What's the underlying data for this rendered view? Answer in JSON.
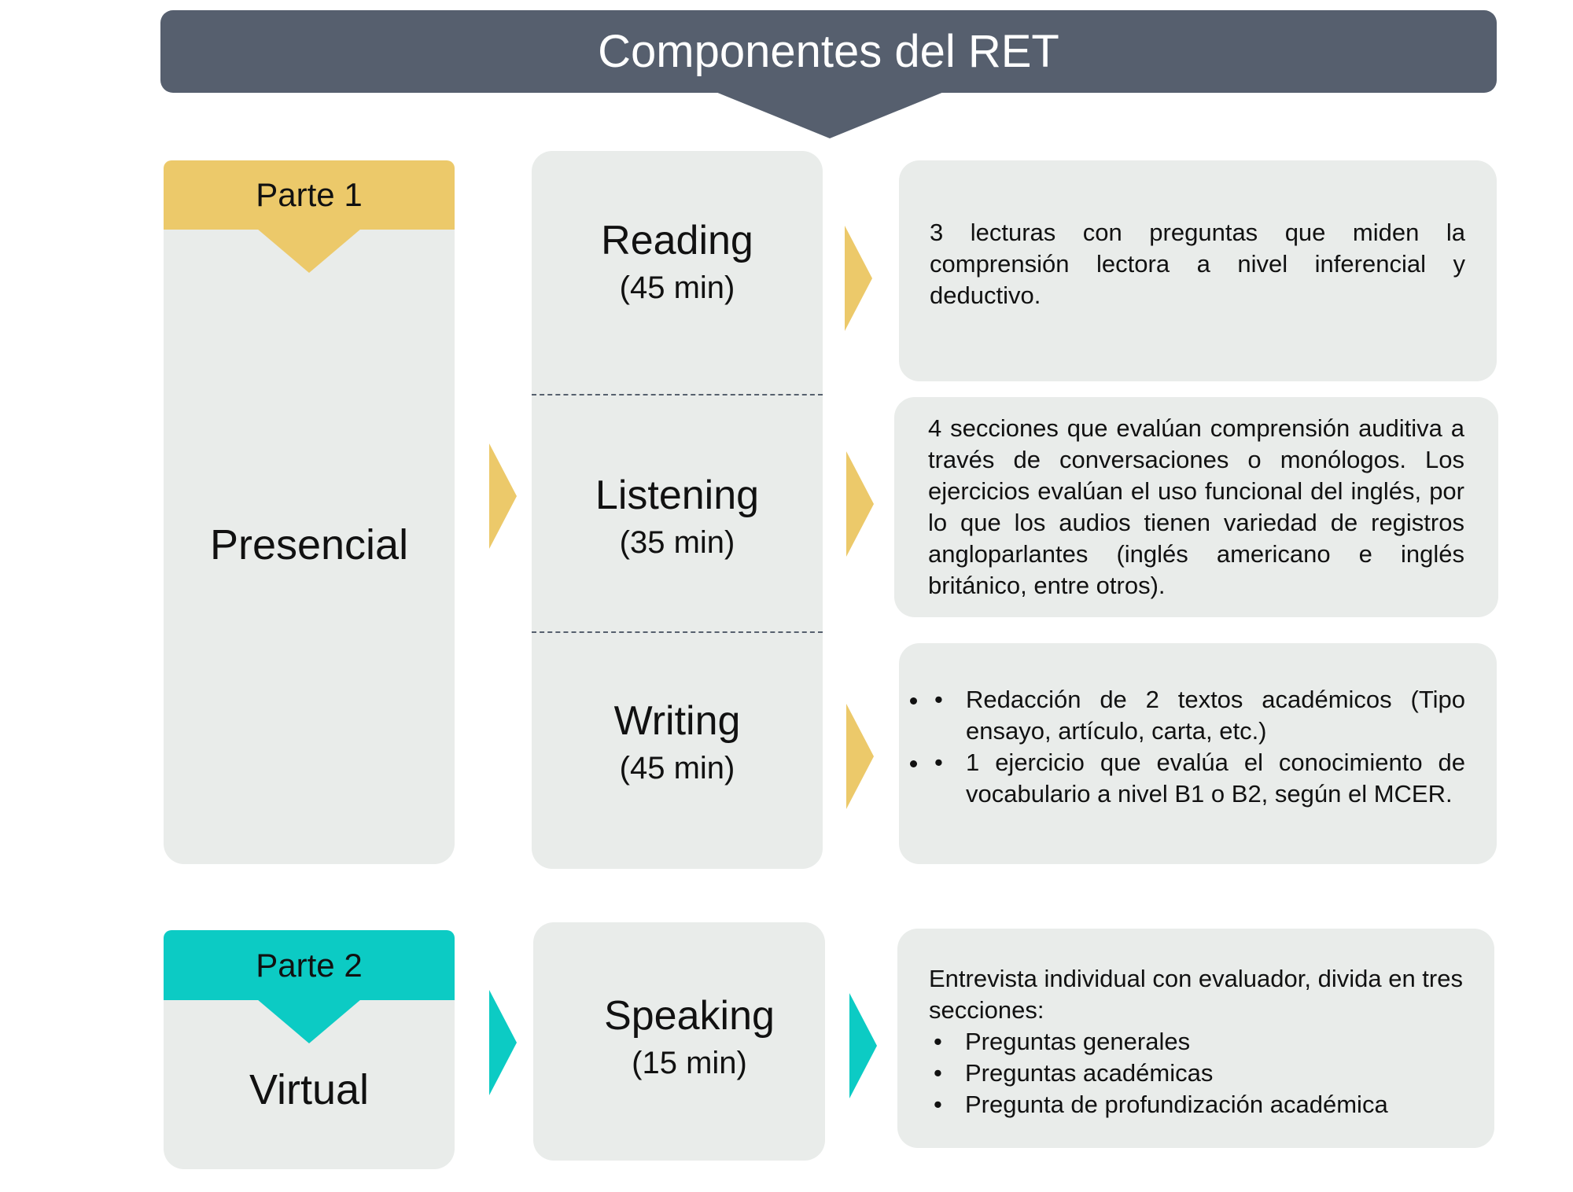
{
  "title": "Componentes del RET",
  "colors": {
    "header": "#565f6e",
    "part1": "#ecc96a",
    "part2": "#0ccbc4",
    "box": "#e9ecea"
  },
  "part1": {
    "label": "Parte 1",
    "mode": "Presencial",
    "sections": [
      {
        "name": "Reading",
        "duration": "(45 min)",
        "description": "3 lecturas con preguntas que miden la comprensión lectora a nivel inferencial y deductivo."
      },
      {
        "name": "Listening",
        "duration": "(35 min)",
        "description": "4 secciones que evalúan comprensión auditiva a través de conversaciones o monólogos. Los ejercicios evalúan el uso funcional del inglés, por lo que los audios tienen variedad de registros angloparlantes (inglés americano e inglés británico, entre otros)."
      },
      {
        "name": "Writing",
        "duration": "(45 min)",
        "bullets": [
          "Redacción de 2 textos académicos (Tipo ensayo, artículo, carta, etc.)",
          "1 ejercicio que evalúa el conocimiento de vocabulario a nivel B1 o B2, según el MCER."
        ]
      }
    ]
  },
  "part2": {
    "label": "Parte 2",
    "mode": "Virtual",
    "section": {
      "name": "Speaking",
      "duration": "(15 min)",
      "intro": "Entrevista individual con evaluador, divida en tres secciones:",
      "bullets": [
        "Preguntas generales",
        "Preguntas académicas",
        "Pregunta de profundización académica"
      ]
    }
  }
}
